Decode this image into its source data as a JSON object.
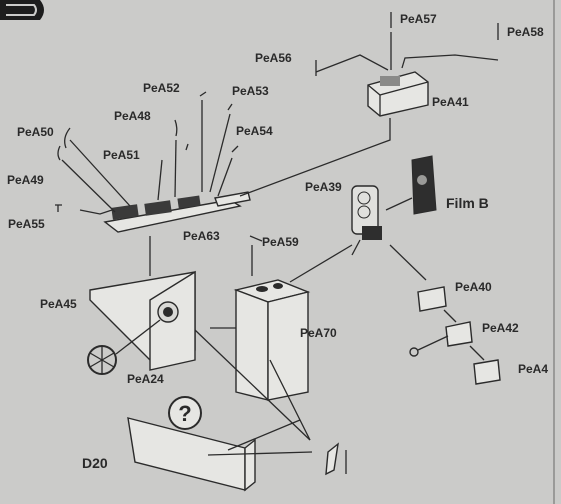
{
  "labels": {
    "PeA57": "PeA57",
    "PeA58": "PeA58",
    "PeA56": "PeA56",
    "PeA41": "PeA41",
    "PeA52": "PeA52",
    "PeA53": "PeA53",
    "PeA48": "PeA48",
    "PeA50": "PeA50",
    "PeA54": "PeA54",
    "PeA51": "PeA51",
    "PeA49": "PeA49",
    "PeA55": "PeA55",
    "PeA63": "PeA63",
    "PeA59": "PeA59",
    "PeA39": "PeA39",
    "FilmB": "Film B",
    "PeA40": "PeA40",
    "PeA42": "PeA42",
    "PeA4": "PeA4",
    "PeA45": "PeA45",
    "PeA70": "PeA70",
    "PeA24": "PeA24",
    "D20": "D20",
    "help": "?"
  },
  "colors": {
    "background": "#cbcbc9",
    "ink": "#2a2a2a",
    "part": "#e6e6e3",
    "dark_part": "#2e2e2e"
  }
}
